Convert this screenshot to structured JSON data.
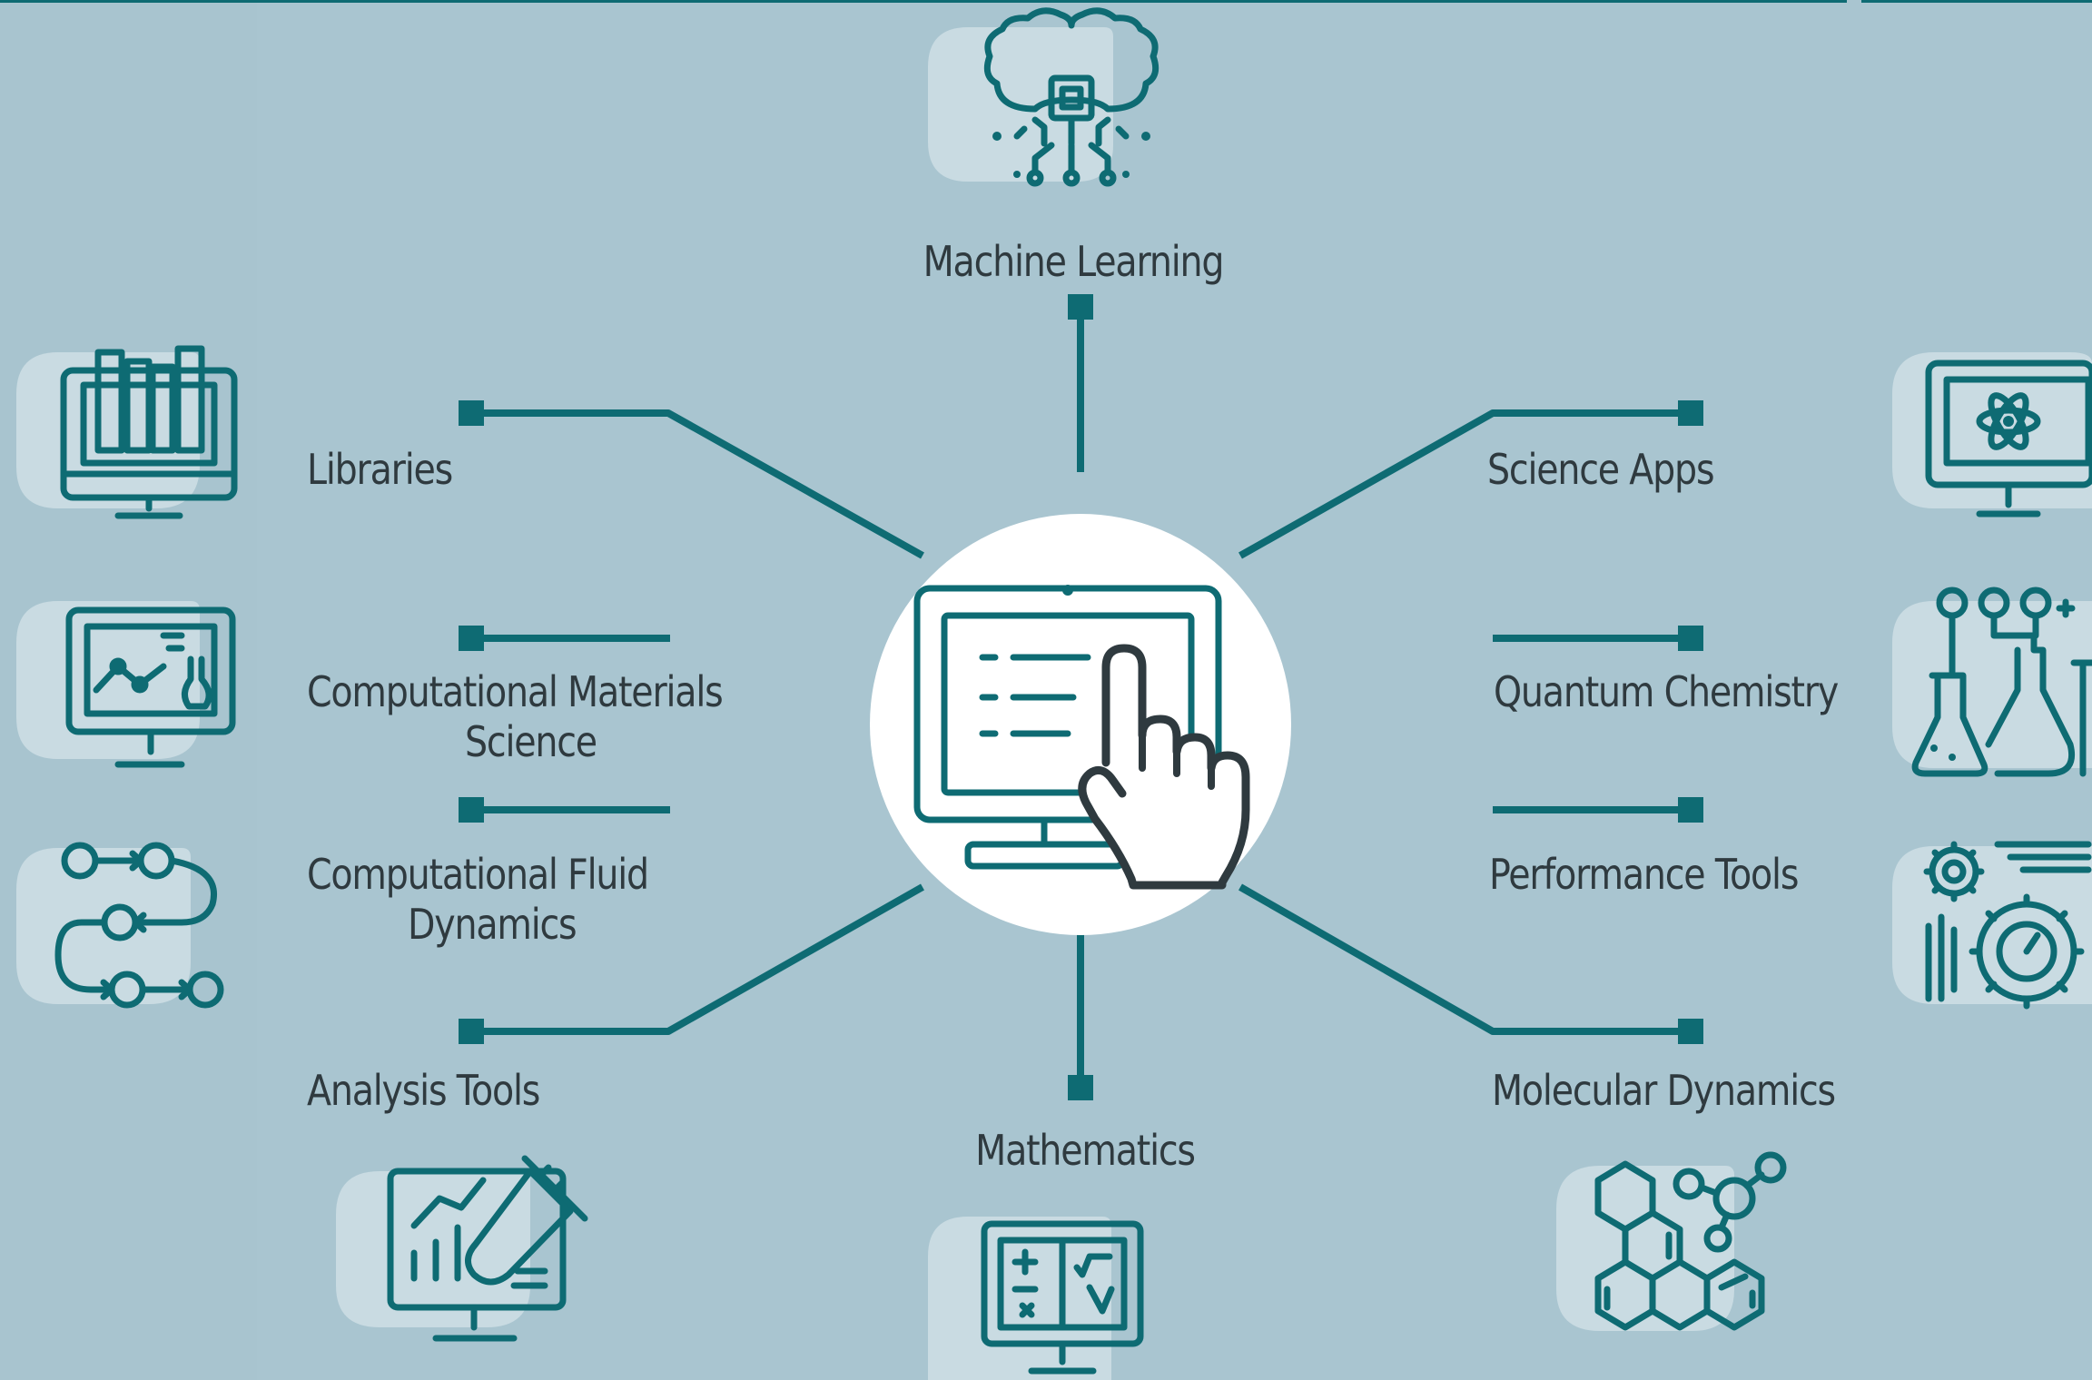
{
  "colors": {
    "background": "#a9c5d0",
    "teal": "#0e6b73",
    "dark": "#2f3a3f",
    "blob": "#c9dbe2",
    "center": "#ffffff"
  },
  "center": {
    "icon": "computer-touch-icon"
  },
  "nodes": [
    {
      "id": "machine-learning",
      "label": "Machine Learning",
      "icon": "brain-chip-icon"
    },
    {
      "id": "libraries",
      "label": "Libraries",
      "icon": "library-monitor-icon"
    },
    {
      "id": "science-apps",
      "label": "Science Apps",
      "icon": "atom-monitor-icon"
    },
    {
      "id": "computational-materials-science",
      "label": "Computational Materials\nScience",
      "icon": "lab-chart-monitor-icon"
    },
    {
      "id": "quantum-chemistry",
      "label": "Quantum Chemistry",
      "icon": "flasks-icon"
    },
    {
      "id": "computational-fluid-dynamics",
      "label": "Computational Fluid\nDynamics",
      "icon": "flow-nodes-icon"
    },
    {
      "id": "performance-tools",
      "label": "Performance Tools",
      "icon": "gear-speed-icon"
    },
    {
      "id": "analysis-tools",
      "label": "Analysis Tools",
      "icon": "analysis-monitor-icon"
    },
    {
      "id": "molecular-dynamics",
      "label": "Molecular Dynamics",
      "icon": "molecule-icon"
    },
    {
      "id": "mathematics",
      "label": "Mathematics",
      "icon": "math-monitor-icon"
    }
  ]
}
